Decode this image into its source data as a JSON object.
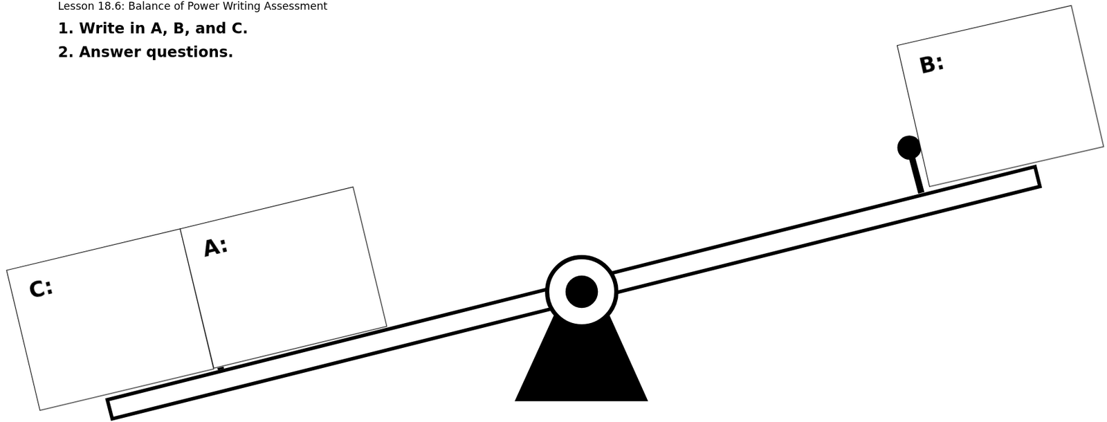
{
  "diagram": {
    "title": "Lesson 18.6: Balance of Power Writing Assessment",
    "nodes": [
      {
        "text": [
          "A:"
        ]
      },
      {
        "text": [
          "B:"
        ]
      },
      {
        "text": [
          "C:"
        ]
      }
    ],
    "labels": [
      "1. Write in A, B, and C.",
      "2. Answer questions."
    ]
  }
}
